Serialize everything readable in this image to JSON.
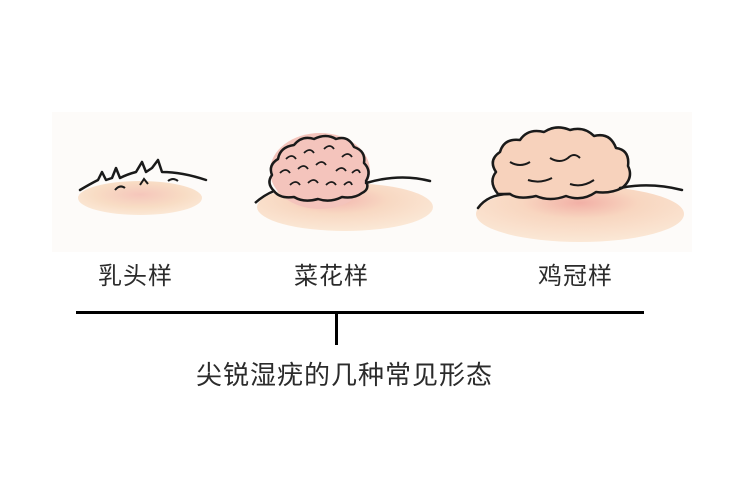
{
  "diagram": {
    "title": "尖锐湿疣的几种常见形态",
    "forms": [
      {
        "label": "乳头样",
        "shape": "papillary"
      },
      {
        "label": "菜花样",
        "shape": "cauliflower"
      },
      {
        "label": "鸡冠样",
        "shape": "cockscomb"
      }
    ],
    "colors": {
      "skin": "#f8dcc0",
      "lesion_pink": "#f2b3ad",
      "outline": "#1a1a1a",
      "text": "#2b2b2b",
      "line": "#000000"
    }
  }
}
